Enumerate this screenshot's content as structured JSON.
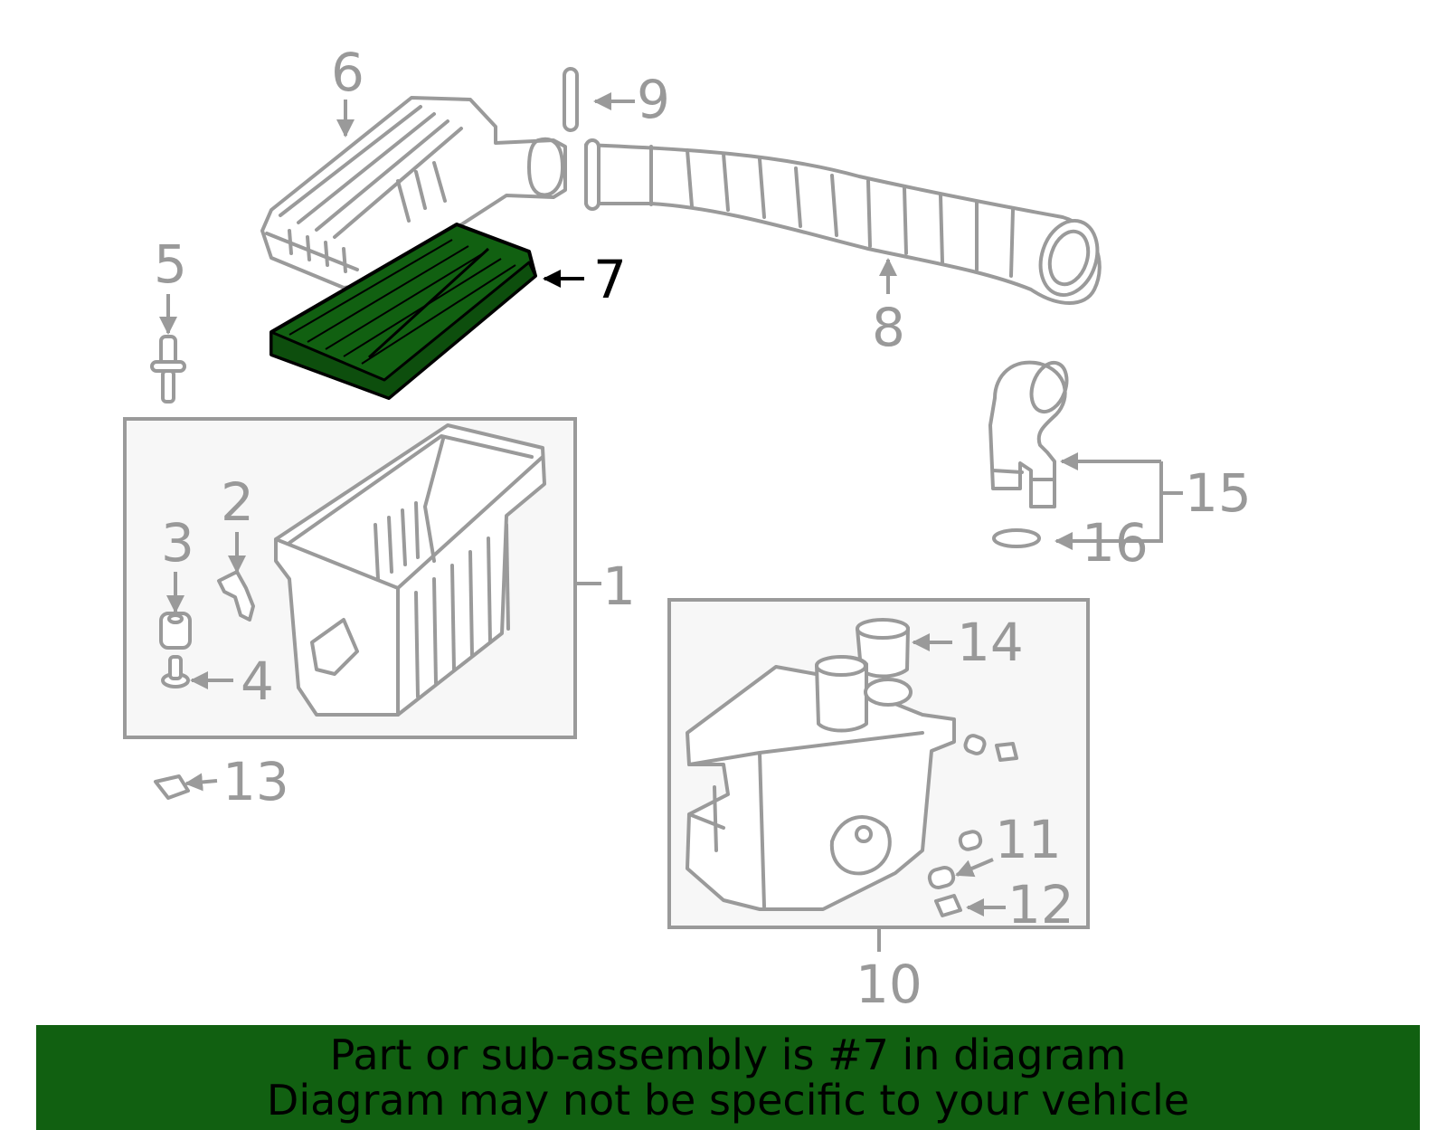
{
  "highlight_color": "#116011",
  "callouts": {
    "c1": "1",
    "c2": "2",
    "c3": "3",
    "c4": "4",
    "c5": "5",
    "c6": "6",
    "c7": "7",
    "c8": "8",
    "c9": "9",
    "c10": "10",
    "c11": "11",
    "c12": "12",
    "c13": "13",
    "c14": "14",
    "c15": "15",
    "c16": "16"
  },
  "banner": {
    "line1": "Part or sub-assembly is #7 in diagram",
    "line2": "Diagram may not be specific to your vehicle"
  }
}
